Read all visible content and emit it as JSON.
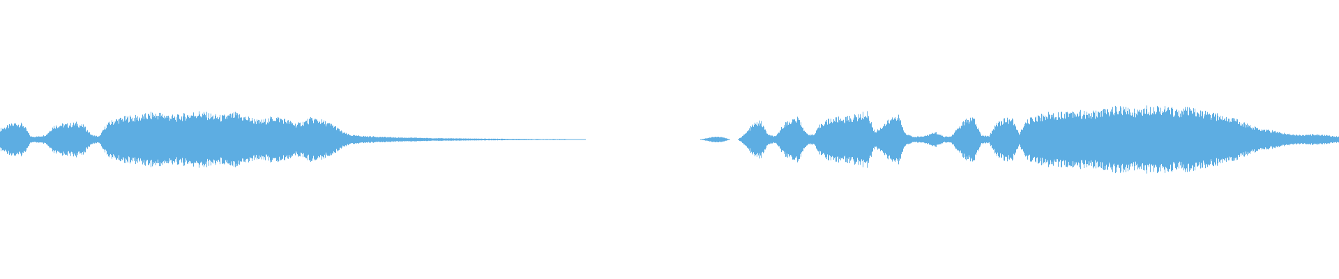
{
  "waveform": {
    "color": "#5dade2",
    "peak_samples": [
      0.07,
      0.09,
      0.11,
      0.1,
      0.02,
      0.02,
      0.03,
      0.09,
      0.1,
      0.1,
      0.11,
      0.09,
      0.03,
      0.02,
      0.1,
      0.13,
      0.14,
      0.15,
      0.15,
      0.16,
      0.17,
      0.17,
      0.16,
      0.15,
      0.16,
      0.17,
      0.18,
      0.17,
      0.16,
      0.15,
      0.16,
      0.17,
      0.15,
      0.14,
      0.12,
      0.13,
      0.15,
      0.14,
      0.12,
      0.1,
      0.12,
      0.14,
      0.13,
      0.11,
      0.09,
      0.05,
      0.03,
      0.025,
      0.022,
      0.02,
      0.018,
      0.016,
      0.014,
      0.013,
      0.012,
      0.011,
      0.01,
      0.009,
      0.008,
      0.008,
      0.007,
      0.007,
      0.006,
      0.006,
      0.005,
      0.005,
      0.005,
      0.004,
      0.004,
      0.004,
      0.003,
      0.003,
      0.003,
      0.003,
      0.003,
      0.002,
      0.002,
      0.0,
      0.0,
      0.0,
      0.0,
      0.0,
      0.0,
      0.0,
      0.0,
      0.0,
      0.0,
      0.0,
      0.0,
      0.0,
      0.0,
      0.0,
      0.0,
      0.01,
      0.02,
      0.015,
      0.0,
      0.0,
      0.04,
      0.1,
      0.12,
      0.03,
      0.02,
      0.1,
      0.13,
      0.14,
      0.04,
      0.03,
      0.11,
      0.13,
      0.14,
      0.14,
      0.15,
      0.16,
      0.18,
      0.05,
      0.09,
      0.13,
      0.17,
      0.04,
      0.02,
      0.02,
      0.03,
      0.05,
      0.02,
      0.02,
      0.08,
      0.13,
      0.14,
      0.03,
      0.02,
      0.11,
      0.13,
      0.14,
      0.04,
      0.12,
      0.15,
      0.16,
      0.17,
      0.17,
      0.18,
      0.19,
      0.18,
      0.17,
      0.18,
      0.19,
      0.2,
      0.21,
      0.2,
      0.19,
      0.2,
      0.21,
      0.22,
      0.21,
      0.2,
      0.19,
      0.2,
      0.19,
      0.18,
      0.17,
      0.16,
      0.15,
      0.14,
      0.12,
      0.1,
      0.08,
      0.07,
      0.06,
      0.05,
      0.04,
      0.035,
      0.03,
      0.03,
      0.035,
      0.03,
      0.025,
      0.02
    ]
  }
}
